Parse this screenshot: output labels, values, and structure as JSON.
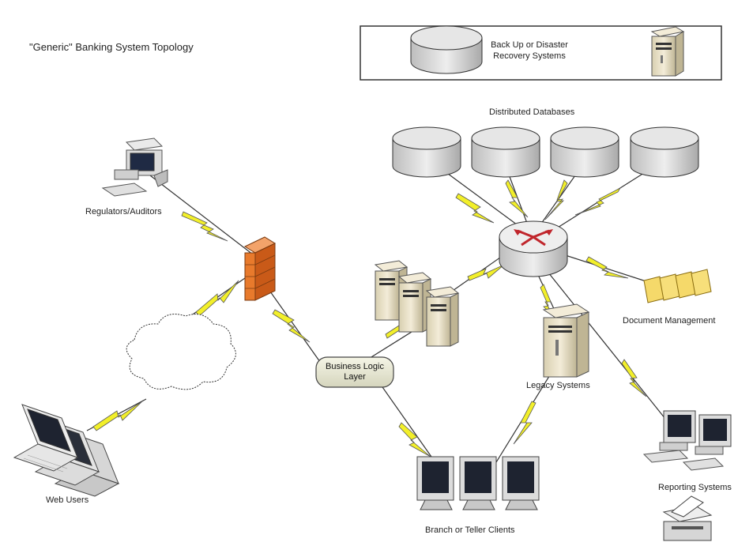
{
  "title": "\"Generic\" Banking System Topology",
  "backup": {
    "line1": "Back Up or Disaster",
    "line2": "Recovery Systems"
  },
  "labels": {
    "distributed_databases": "Distributed Databases",
    "regulators": "Regulators/Auditors",
    "document_management": "Document Management",
    "legacy_systems": "Legacy Systems",
    "web_users": "Web Users",
    "branch_clients": "Branch or Teller Clients",
    "reporting_systems": "Reporting Systems"
  },
  "business_logic": {
    "line1": "Business Logic",
    "line2": "Layer"
  },
  "colors": {
    "lightning": "#f2ef2a",
    "lightning_stroke": "#555555",
    "firewall": "#e87a2c",
    "folder": "#f5d96a",
    "server": "#e8e0c8",
    "db": "#e0e0e0"
  },
  "icons": [
    "database-icon",
    "server-icon",
    "router-icon",
    "firewall-icon",
    "cloud-icon",
    "laptop-icon",
    "monitor-icon",
    "printer-icon",
    "folder-icon",
    "desktop-computer-icon"
  ]
}
